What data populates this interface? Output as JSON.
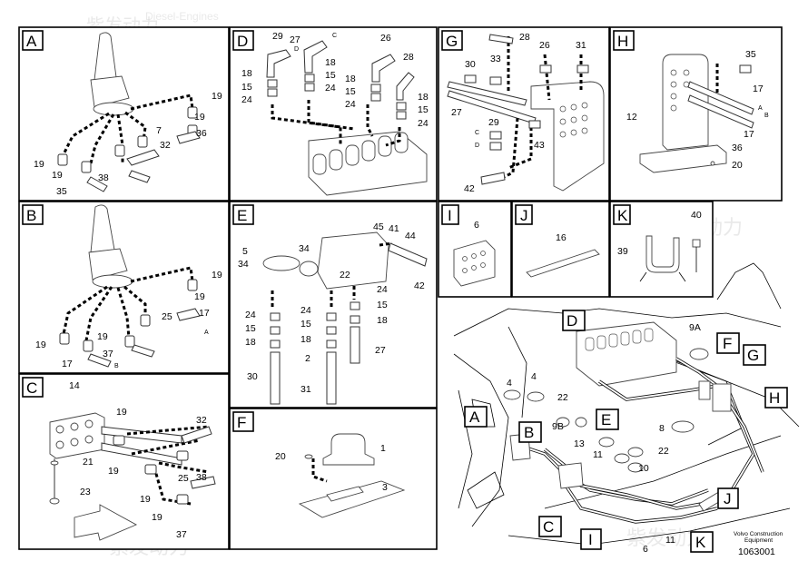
{
  "watermark": {
    "brand_cn": "紫发动力",
    "brand_en": "Diesel-Engines"
  },
  "footer": {
    "company_line1": "Volvo Construction",
    "company_line2": "Equipment",
    "drawing_number": "1063001"
  },
  "panels": {
    "A": "A",
    "B": "B",
    "C": "C",
    "D": "D",
    "E": "E",
    "F": "F",
    "G": "G",
    "H": "H",
    "I": "I",
    "J": "J",
    "K": "K"
  },
  "callouts": {
    "A": [
      "19",
      "19",
      "7",
      "36",
      "32",
      "19",
      "19",
      "38",
      "35"
    ],
    "B": [
      "19",
      "19",
      "25",
      "17",
      "A",
      "19",
      "19",
      "37",
      "17",
      "B"
    ],
    "C": [
      "14",
      "19",
      "32",
      "21",
      "19",
      "25",
      "38",
      "23",
      "19",
      "19",
      "37"
    ],
    "D": [
      "29",
      "27",
      "D",
      "C",
      "26",
      "28",
      "18",
      "15",
      "24",
      "18",
      "15",
      "24",
      "18",
      "15",
      "24",
      "18",
      "15",
      "24"
    ],
    "E": [
      "5",
      "34",
      "34",
      "22",
      "45",
      "41",
      "44",
      "42",
      "24",
      "15",
      "18",
      "30",
      "24",
      "15",
      "18",
      "2",
      "31",
      "24",
      "15",
      "18",
      "27"
    ],
    "F": [
      "20",
      "1",
      "3"
    ],
    "G": [
      "28",
      "26",
      "31",
      "30",
      "33",
      "27",
      "29",
      "C",
      "D",
      "43",
      "42"
    ],
    "H": [
      "35",
      "17",
      "A",
      "B",
      "12",
      "17",
      "36",
      "20"
    ],
    "I": [
      "6"
    ],
    "J": [
      "16"
    ],
    "K": [
      "40",
      "39"
    ],
    "overview": [
      "4",
      "4",
      "22",
      "9B",
      "9A",
      "8",
      "13",
      "11",
      "10",
      "22",
      "6",
      "11"
    ]
  },
  "overview_tags": [
    "A",
    "B",
    "C",
    "D",
    "E",
    "F",
    "G",
    "H",
    "I",
    "J",
    "K"
  ]
}
